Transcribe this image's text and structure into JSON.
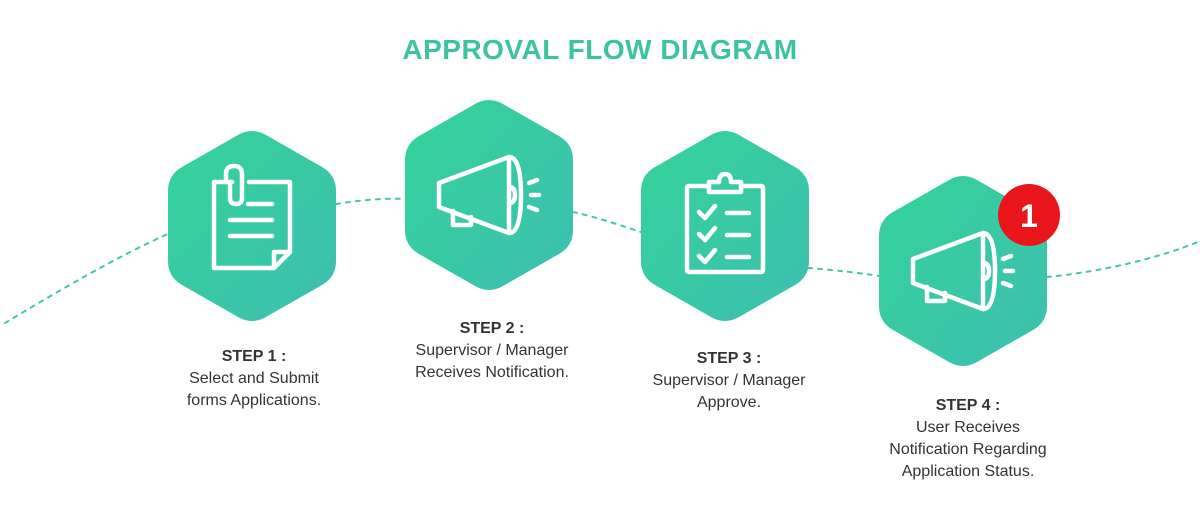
{
  "title": "APPROVAL FLOW DIAGRAM",
  "colors": {
    "title": "#3cc3a0",
    "hex_start": "#34d39a",
    "hex_end": "#3ebfb0",
    "connector": "#47c6a5",
    "badge": "#e8161b",
    "icon": "#ffffff"
  },
  "steps": [
    {
      "label": "STEP 1 :",
      "description": "Select and Submit\nforms Applications.",
      "icon": "document-clip-icon"
    },
    {
      "label": "STEP 2 :",
      "description": "Supervisor / Manager\nReceives Notification.",
      "icon": "megaphone-icon"
    },
    {
      "label": "STEP 3 :",
      "description": "Supervisor / Manager\nApprove.",
      "icon": "clipboard-checklist-icon"
    },
    {
      "label": "STEP 4 :",
      "description": "User Receives\nNotification Regarding\nApplication Status.",
      "icon": "megaphone-icon"
    }
  ],
  "badge": {
    "count": "1"
  }
}
